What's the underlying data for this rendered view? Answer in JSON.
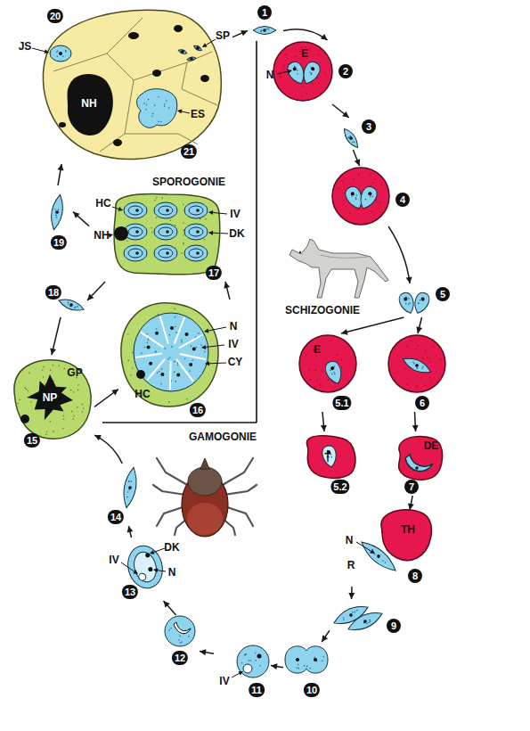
{
  "diagram": {
    "nodes": [
      {
        "text": [
          "1"
        ]
      },
      {
        "text": [
          "2",
          "N",
          "E"
        ]
      },
      {
        "text": [
          "3"
        ]
      },
      {
        "text": [
          "4"
        ]
      },
      {
        "text": [
          "5"
        ]
      },
      {
        "text": [
          "5.1",
          "E"
        ]
      },
      {
        "text": [
          "6"
        ]
      },
      {
        "text": [
          "5.2",
          "†"
        ]
      },
      {
        "text": [
          "7",
          "DE"
        ]
      },
      {
        "text": [
          "8",
          "TH",
          "N",
          "R"
        ]
      },
      {
        "text": [
          "9"
        ]
      },
      {
        "text": [
          "10"
        ]
      },
      {
        "text": [
          "11",
          "IV"
        ]
      },
      {
        "text": [
          "12"
        ]
      },
      {
        "text": [
          "13",
          "IV",
          "DK",
          "N"
        ]
      },
      {
        "text": [
          "14"
        ]
      },
      {
        "text": [
          "15",
          "GP",
          "NP"
        ]
      },
      {
        "text": [
          "16",
          "N",
          "IV",
          "CY",
          "HC"
        ]
      },
      {
        "text": [
          "17",
          "HC",
          "NH",
          "IV",
          "DK"
        ]
      },
      {
        "text": [
          "18"
        ]
      },
      {
        "text": [
          "19"
        ]
      },
      {
        "text": [
          "20",
          "21",
          "JS",
          "SP",
          "NH",
          "ES"
        ]
      }
    ],
    "edges": [
      {
        "from": 0,
        "to": 1,
        "arrow": "to"
      },
      {
        "from": 1,
        "to": 2,
        "arrow": "to"
      },
      {
        "from": 2,
        "to": 3,
        "arrow": "to"
      },
      {
        "from": 3,
        "to": 4,
        "arrow": "to"
      },
      {
        "from": 4,
        "to": 5,
        "arrow": "to"
      },
      {
        "from": 4,
        "to": 6,
        "arrow": "to"
      },
      {
        "from": 5,
        "to": 7,
        "arrow": "to"
      },
      {
        "from": 6,
        "to": 8,
        "arrow": "to"
      },
      {
        "from": 8,
        "to": 9,
        "arrow": "to"
      },
      {
        "from": 9,
        "to": 10,
        "arrow": "to"
      },
      {
        "from": 10,
        "to": 11,
        "arrow": "to"
      },
      {
        "from": 11,
        "to": 12,
        "arrow": "to"
      },
      {
        "from": 12,
        "to": 13,
        "arrow": "to"
      },
      {
        "from": 13,
        "to": 14,
        "arrow": "to"
      },
      {
        "from": 14,
        "to": 15,
        "arrow": "to"
      },
      {
        "from": 15,
        "to": 16,
        "arrow": "to"
      },
      {
        "from": 16,
        "to": 17,
        "arrow": "to"
      },
      {
        "from": 17,
        "to": 18,
        "arrow": "to"
      },
      {
        "from": 18,
        "to": 19,
        "arrow": "to"
      },
      {
        "from": 19,
        "to": 16,
        "arrow": "to"
      },
      {
        "from": 18,
        "to": 20,
        "arrow": "to"
      },
      {
        "from": 20,
        "to": 21,
        "arrow": "to"
      },
      {
        "from": 21,
        "to": 0,
        "arrow": "to"
      }
    ],
    "labels": [
      "SPOROGONIE",
      "SCHIZOGONIE",
      "GAMOGONIE"
    ]
  }
}
